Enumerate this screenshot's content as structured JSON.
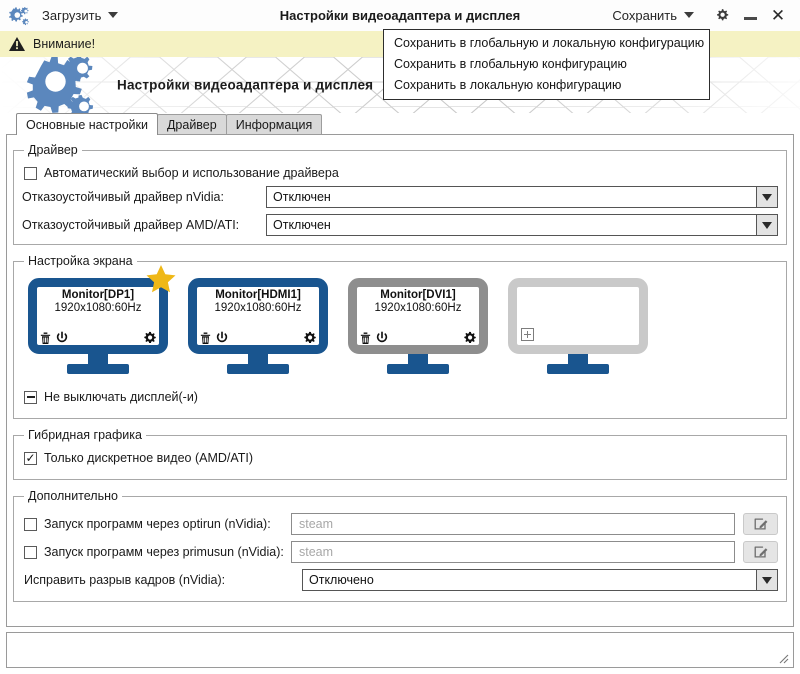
{
  "titlebar": {
    "app_icon": "gears-icon",
    "load_menu_label": "Загрузить",
    "title": "Настройки видеоадаптера и дисплея",
    "save_menu_label": "Сохранить",
    "settings_icon": "gear-icon",
    "minimize_icon": "minimize-icon",
    "close_icon": "close-icon"
  },
  "save_menu": {
    "items": [
      {
        "label": "Сохранить в глобальную и локальную конфигурацию"
      },
      {
        "label": "Сохранить в глобальную конфигурацию"
      },
      {
        "label": "Сохранить в локальную конфигурацию"
      }
    ]
  },
  "warning": {
    "icon": "warning-triangle-icon",
    "text": "Внимание!",
    "background": "#f5f2c3"
  },
  "banner": {
    "icon": "gears-icon",
    "title": "Настройки видеоадаптера и дисплея",
    "accent": "#5b87bd"
  },
  "tabs": [
    {
      "label": "Основные настройки",
      "active": true
    },
    {
      "label": "Драйвер",
      "active": false
    },
    {
      "label": "Информация",
      "active": false
    }
  ],
  "driver_group": {
    "legend": "Драйвер",
    "auto_checkbox": {
      "label": "Автоматический выбор и использование драйвера",
      "state": "unchecked"
    },
    "nvidia": {
      "label": "Отказоустойчивый драйвер nVidia:",
      "value": "Отключен"
    },
    "amd": {
      "label": "Отказоустойчивый драйвер AMD/ATI:",
      "value": "Отключен"
    }
  },
  "screen_group": {
    "legend": "Настройка экрана",
    "monitors": [
      {
        "name": "Monitor[DP1]",
        "resolution": "1920x1080:60Hz",
        "state": "active",
        "primary": true,
        "color": "#19558f",
        "icons": [
          "trash-icon",
          "power-icon",
          "gear-icon"
        ]
      },
      {
        "name": "Monitor[HDMI1]",
        "resolution": "1920x1080:60Hz",
        "state": "active",
        "primary": false,
        "color": "#19558f",
        "icons": [
          "trash-icon",
          "power-icon",
          "gear-icon"
        ]
      },
      {
        "name": "Monitor[DVI1]",
        "resolution": "1920x1080:60Hz",
        "state": "disabled",
        "primary": false,
        "color": "#8e8e8e",
        "icons": [
          "trash-icon",
          "power-icon",
          "gear-icon"
        ]
      },
      {
        "name": "",
        "resolution": "",
        "state": "empty",
        "primary": false,
        "color": "#c9c9c9",
        "icons": [
          "plus-icon"
        ]
      }
    ],
    "dont_turn_off": {
      "label": "Не выключать дисплей(-и)",
      "state": "indeterminate"
    }
  },
  "hybrid_group": {
    "legend": "Гибридная графика",
    "discrete_only": {
      "label": "Только дискретное видео (AMD/ATI)",
      "state": "checked"
    }
  },
  "extra_group": {
    "legend": "Дополнительно",
    "optirun": {
      "label": "Запуск программ через optirun (nVidia):",
      "state": "unchecked",
      "value": "",
      "placeholder": "steam",
      "button_icon": "edit-icon"
    },
    "primusun": {
      "label": "Запуск программ через primusun (nVidia):",
      "state": "unchecked",
      "value": "",
      "placeholder": "steam",
      "button_icon": "edit-icon"
    },
    "tearfree": {
      "label": "Исправить разрыв кадров (nVidia):",
      "value": "Отключено"
    }
  },
  "statusbar": {
    "text": "",
    "grip_icon": "resize-grip-icon"
  }
}
